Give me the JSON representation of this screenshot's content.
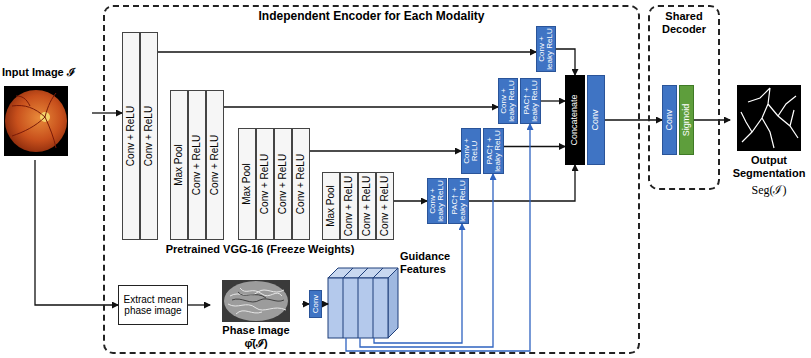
{
  "diagram": {
    "nodes": [
      {
        "text": [
          "Input Image ℐ"
        ]
      },
      {
        "text": [
          "Independent Encoder for Each Modality"
        ]
      },
      {
        "text": [
          "Conv + ReLU"
        ],
        "in": 1
      },
      {
        "text": [
          "Conv + ReLU"
        ],
        "in": 1
      },
      {
        "text": [
          "Max Pool"
        ],
        "in": 1
      },
      {
        "text": [
          "Conv + ReLU"
        ],
        "in": 1
      },
      {
        "text": [
          "Conv + ReLU"
        ],
        "in": 1
      },
      {
        "text": [
          "Max Pool"
        ],
        "in": 1
      },
      {
        "text": [
          "Conv + ReLU"
        ],
        "in": 1
      },
      {
        "text": [
          "Conv + ReLU"
        ],
        "in": 1
      },
      {
        "text": [
          "Conv + ReLU"
        ],
        "in": 1
      },
      {
        "text": [
          "Max Pool"
        ],
        "in": 1
      },
      {
        "text": [
          "Conv + ReLU"
        ],
        "in": 1
      },
      {
        "text": [
          "Conv + ReLU"
        ],
        "in": 1
      },
      {
        "text": [
          "Conv + ReLU"
        ],
        "in": 1
      },
      {
        "text": [
          "Conv + leaky ReLU"
        ],
        "in": 1
      },
      {
        "text": [
          "Conv + leaky ReLU"
        ],
        "in": 1
      },
      {
        "text": [
          "PAC† + leaky ReLU"
        ],
        "in": 1
      },
      {
        "text": [
          "Conv + ReLU"
        ],
        "in": 1
      },
      {
        "text": [
          "PAC† + leaky ReLU"
        ],
        "in": 1
      },
      {
        "text": [
          "Conv + leaky ReLU"
        ],
        "in": 1
      },
      {
        "text": [
          "PAC† + leaky ReLU"
        ],
        "in": 1
      },
      {
        "text": [
          "Concatenate"
        ],
        "in": 1
      },
      {
        "text": [
          "Conv"
        ],
        "in": 1
      },
      {
        "text": [
          "Extract mean phase image"
        ],
        "in": 1
      },
      {
        "text": [
          "Phase Image φ̄(ℐ)"
        ],
        "in": 1
      },
      {
        "text": [
          "Conv"
        ],
        "in": 1
      },
      {
        "text": [
          "Guidance Features"
        ],
        "in": 1
      },
      {
        "text": [
          "Shared Decoder"
        ]
      },
      {
        "text": [
          "Conv"
        ],
        "in": 28
      },
      {
        "text": [
          "Sigmoid"
        ],
        "in": 28
      },
      {
        "text": [
          "Output Segmentation",
          "Seg(ℐ)"
        ]
      }
    ],
    "edges": [
      {
        "from": 0,
        "to": 2,
        "arrow": "to"
      },
      {
        "from": 0,
        "to": 24,
        "arrow": "to"
      },
      {
        "from": 3,
        "to": 15,
        "arrow": "to"
      },
      {
        "from": 6,
        "to": 16,
        "arrow": "to"
      },
      {
        "from": 10,
        "to": 18,
        "arrow": "to"
      },
      {
        "from": 14,
        "to": 20,
        "arrow": "to"
      },
      {
        "from": 15,
        "to": 22,
        "arrow": "to"
      },
      {
        "from": 17,
        "to": 22,
        "arrow": "to"
      },
      {
        "from": 19,
        "to": 22,
        "arrow": "to"
      },
      {
        "from": 21,
        "to": 22,
        "arrow": "to"
      },
      {
        "from": 23,
        "to": 29,
        "arrow": "to"
      },
      {
        "from": 30,
        "to": 31,
        "arrow": "to"
      },
      {
        "from": 24,
        "to": 25,
        "arrow": "to"
      },
      {
        "from": 25,
        "to": 26,
        "arrow": "to"
      },
      {
        "from": 26,
        "to": 27,
        "arrow": "to"
      },
      {
        "from": 27,
        "to": 21,
        "arrow": "to"
      },
      {
        "from": 27,
        "to": 19,
        "arrow": "to"
      },
      {
        "from": 27,
        "to": 17,
        "arrow": "to"
      }
    ],
    "labels": [
      "Pretrained VGG-16 (Freeze Weights)"
    ]
  }
}
